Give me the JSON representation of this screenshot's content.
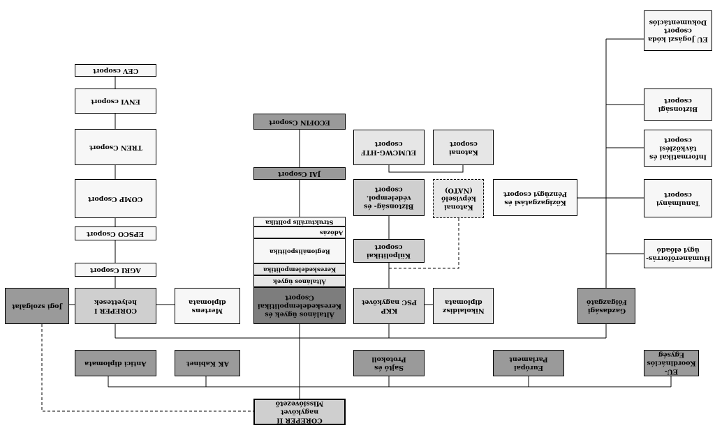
{
  "nodes": {
    "cev": "CEV csoport",
    "envi": "ENVI csoport",
    "tren": "TREN Csoport",
    "comp": "COMP Csoport",
    "epsco": "EPSCO Csoport",
    "agri": "AGRI Csoport",
    "coreper1": "COREPER I\nhelyettesek",
    "merten": "Mertens\ndiplomata",
    "jogi": "Jogi szolgálat",
    "ecofin": "ECOFIN Csoport",
    "jai": "JAI Csoport",
    "strukt": "Strukturális politika",
    "adozas": "Adózás",
    "regionalis": "Regionálispolitika",
    "kereskedelem": "Kereskedelempolitika",
    "altalanos_list": "Általános ügyek",
    "altalanos_main": "Általános ügyek és\nKereskedelempolitikai\nCsoport",
    "eumcwg": "EUMCWG-HTF\ncsoport",
    "katonai": "Katonai\ncsoport",
    "biztonsag": "Biztonság- és\nvédelempol.\ncsoport",
    "katonai_nato": "Katonai\nképviselő\n(NATO)",
    "kulpol": "Külpolitikai\ncsoport",
    "kkp": "KKP\nPSC nagykövet",
    "nikolaidisz": "Nikolaidisz\ndiplomata",
    "koz_eszek": "Közigazgatási és\nPénzügyi csoport",
    "eu_jogi": "EU Jogászi kóda\ncsoport\nDokumentációs",
    "biztonsagi_csop": "Biztonsági csoport",
    "info": "Informatikai és\ntávközlési csoport",
    "tanulmany": "Tanulmányi\ncsoport",
    "humanerof": "Humánerőforrás-\nügyi előadó",
    "gazdasagi": "Gazdasági\nFőigazgató",
    "antici": "Antici diplomata",
    "ak_kabinet": "AK Kabinet",
    "sajto": "Sajtó és Protokoll",
    "ep": "Európai Parlament",
    "eu_koord": "EU-Koordinációs\nEgység",
    "coreper2": "COREPER II nagykövet\nMissióvezető"
  }
}
